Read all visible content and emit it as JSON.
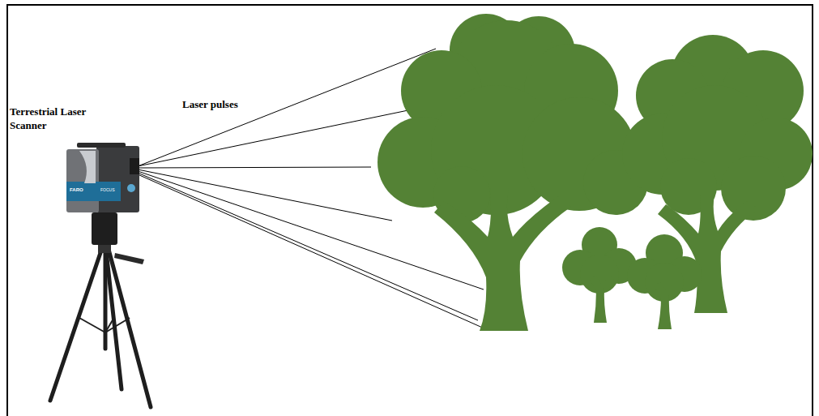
{
  "diagram": {
    "labels": [
      "Terrestrial Laser Scanner",
      "Laser pulses",
      "FARO",
      "FOCUS"
    ]
  }
}
